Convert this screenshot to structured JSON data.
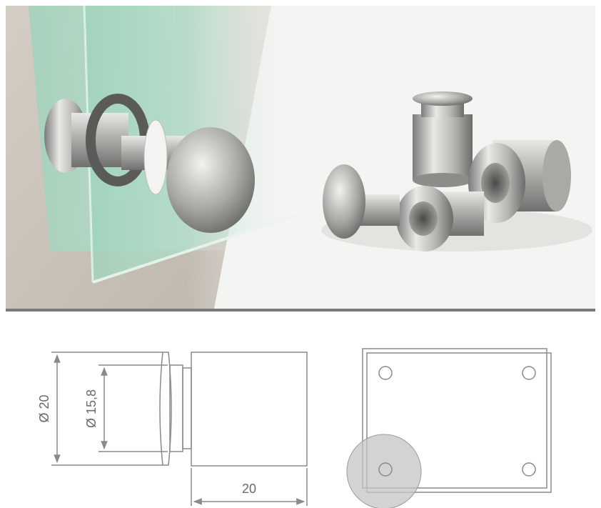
{
  "photo": {
    "colors": {
      "wall": "#c9c2b8",
      "glass": "#a9d9c3",
      "steel_light": "#e6e6e4",
      "steel_dark": "#6f6f6c",
      "backdrop": "#f4f4f2",
      "divider": "#7a7a78"
    }
  },
  "drawing": {
    "dimensions": {
      "outer_diameter": "Ø 20",
      "inner_diameter": "Ø 15,8",
      "length": "20"
    },
    "colors": {
      "line": "#8a8a8a",
      "arrow": "#8a8a8a",
      "text": "#6a6a6a",
      "circle_fill": "#c4c4c4"
    }
  }
}
